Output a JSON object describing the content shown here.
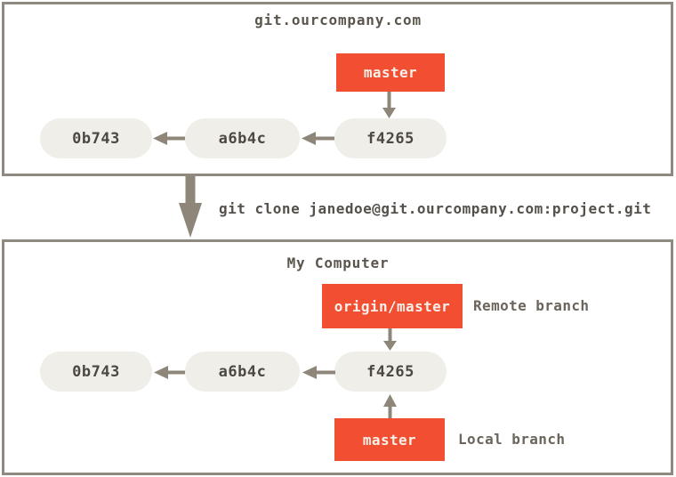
{
  "figure": {
    "type": "git-clone-diagram"
  },
  "colors": {
    "background": "#ffffff",
    "box_border": "#8f8980",
    "arrow": "#8d8679",
    "branch_red": "#f14e32",
    "branch_text": "#f5f1ea",
    "commit_fill": "#efeee8",
    "commit_text": "#4c4841",
    "label_text": "#5b564d",
    "annotation_text": "#6b655c"
  },
  "remote_repo": {
    "title": "git.ourcompany.com",
    "branch_label": "master",
    "commits": [
      "0b743",
      "a6b4c",
      "f4265"
    ]
  },
  "clone_command": "git clone janedoe@git.ourcompany.com:project.git",
  "local_repo": {
    "title": "My Computer",
    "remote_branch_label": "origin/master",
    "remote_branch_annotation": "Remote branch",
    "local_branch_label": "master",
    "local_branch_annotation": "Local branch",
    "commits": [
      "0b743",
      "a6b4c",
      "f4265"
    ]
  }
}
